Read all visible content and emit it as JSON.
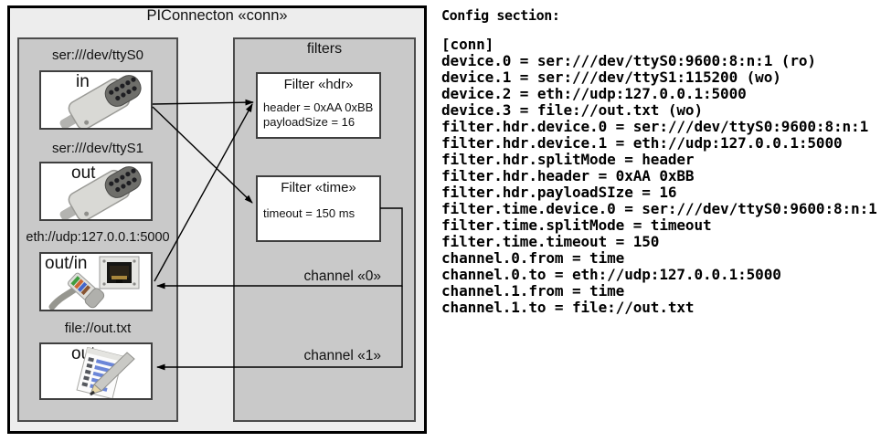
{
  "diagram": {
    "title": "PIConnecton «conn»",
    "filters_panel_title": "filters",
    "devices": [
      {
        "label": "ser:///dev/ttyS0",
        "direction": "in",
        "icon": "db9-serial-connector"
      },
      {
        "label": "ser:///dev/ttyS1",
        "direction": "out",
        "icon": "db9-serial-connector"
      },
      {
        "label": "eth://udp:127.0.0.1:5000",
        "direction": "out/in",
        "icon": "rj45-ethernet-connector"
      },
      {
        "label": "file://out.txt",
        "direction": "out",
        "icon": "notepad-with-pen"
      }
    ],
    "filters": [
      {
        "title": "Filter «hdr»",
        "lines": [
          "header = 0xAA 0xBB",
          "payloadSize = 16"
        ]
      },
      {
        "title": "Filter «time»",
        "lines": [
          "timeout = 150 ms"
        ]
      }
    ],
    "channels": [
      {
        "label": "channel «0»"
      },
      {
        "label": "channel «1»"
      }
    ],
    "connections": [
      {
        "from": "ser:///dev/ttyS0 (in)",
        "to": "Filter «hdr»"
      },
      {
        "from": "ser:///dev/ttyS0 (in)",
        "to": "Filter «time»"
      },
      {
        "from": "eth://udp:127.0.0.1:5000 (out/in)",
        "to": "Filter «hdr»"
      },
      {
        "from": "Filter «time»",
        "to": "eth://udp:127.0.0.1:5000 (out/in)",
        "via": "channel «0»"
      },
      {
        "from": "Filter «time»",
        "to": "file://out.txt (out)",
        "via": "channel «1»"
      }
    ]
  },
  "config": {
    "heading": "Config section:",
    "lines": [
      "[conn]",
      "device.0 = ser:///dev/ttyS0:9600:8:n:1 (ro)",
      "device.1 = ser:///dev/ttyS1:115200 (wo)",
      "device.2 = eth://udp:127.0.0.1:5000",
      "device.3 = file://out.txt (wo)",
      "filter.hdr.device.0 = ser:///dev/ttyS0:9600:8:n:1",
      "filter.hdr.device.1 = eth://udp:127.0.0.1:5000",
      "filter.hdr.splitMode = header",
      "filter.hdr.header = 0xAA 0xBB",
      "filter.hdr.payloadSIze = 16",
      "filter.time.device.0 = ser:///dev/ttyS0:9600:8:n:1",
      "filter.time.splitMode = timeout",
      "filter.time.timeout = 150",
      "channel.0.from = time",
      "channel.0.to = eth://udp:127.0.0.1:5000",
      "channel.1.from = time",
      "channel.1.to = file://out.txt"
    ]
  },
  "colors": {
    "frame_background": "#ededed",
    "panel_background": "#c9c9c9",
    "node_background": "#ffffff",
    "border": "#000000",
    "text": "#111111"
  }
}
